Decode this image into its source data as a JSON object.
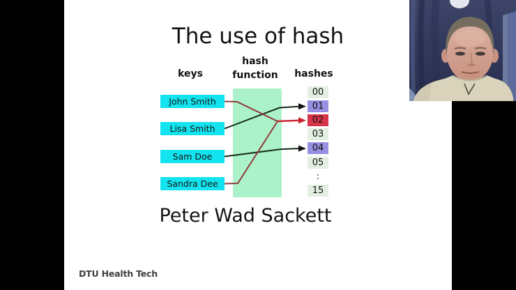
{
  "slide": {
    "title": "The use of hash",
    "author": "Peter Wad Sackett",
    "footer": "DTU Health Tech"
  },
  "diagram": {
    "labels": {
      "keys": "keys",
      "function_line1": "hash",
      "function_line2": "function",
      "hashes": "hashes"
    },
    "keys": [
      {
        "label": "John Smith",
        "maps_to": "02"
      },
      {
        "label": "Lisa Smith",
        "maps_to": "01"
      },
      {
        "label": "Sam Doe",
        "maps_to": "04"
      },
      {
        "label": "Sandra Dee",
        "maps_to": "02"
      }
    ],
    "hash_cells": [
      {
        "value": "00",
        "bg": "#e3efe1"
      },
      {
        "value": "01",
        "bg": "#9790e2"
      },
      {
        "value": "02",
        "bg": "#d8354a"
      },
      {
        "value": "03",
        "bg": "#e3efe1"
      },
      {
        "value": "04",
        "bg": "#9790e2"
      },
      {
        "value": "05",
        "bg": "#e3efe1"
      },
      {
        "value": ":",
        "bg": "#ffffff"
      },
      {
        "value": "15",
        "bg": "#e3efe1"
      }
    ],
    "colors": {
      "key_box": "#12e3ee",
      "function_box": "#abf2ca",
      "edge_black": "#142914",
      "edge_collision": "#8e3a3a",
      "arrow_black": "#111111",
      "arrow_collision": "#c9202d"
    }
  }
}
